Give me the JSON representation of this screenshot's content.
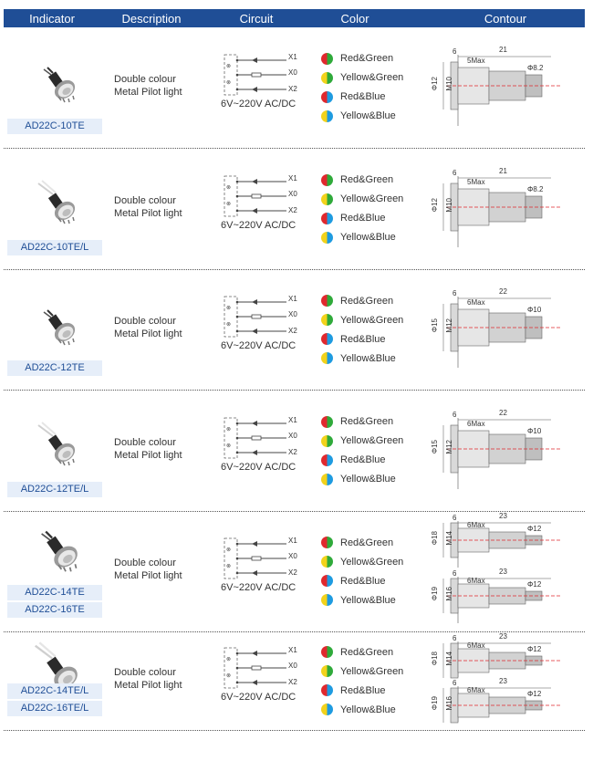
{
  "header": {
    "indicator": "Indicator",
    "description": "Description",
    "circuit": "Circuit",
    "color": "Color",
    "contour": "Contour"
  },
  "palette": {
    "header_bg": "#1f4e96",
    "label_bg": "#e6eef9",
    "red": "#e0282e",
    "green": "#2faa3a",
    "yellow": "#f2d21b",
    "blue": "#1e9be0"
  },
  "rows": [
    {
      "parts": [
        "AD22C-10TE"
      ],
      "desc": [
        "Double colour",
        "Metal Pilot light"
      ],
      "voltage": "6V~220V AC/DC",
      "terminals": [
        "X1",
        "X0",
        "X2"
      ],
      "colors": [
        "Red&Green",
        "Yellow&Green",
        "Red&Blue",
        "Yellow&Blue"
      ],
      "dims": {
        "a": "6",
        "b": "21",
        "c": "5Max",
        "d": "Φ8.2",
        "e": "Φ12",
        "f": "M10"
      }
    },
    {
      "parts": [
        "AD22C-10TE/L"
      ],
      "desc": [
        "Double colour",
        "Metal Pilot light"
      ],
      "voltage": "6V~220V AC/DC",
      "terminals": [
        "X1",
        "X0",
        "X2"
      ],
      "colors": [
        "Red&Green",
        "Yellow&Green",
        "Red&Blue",
        "Yellow&Blue"
      ],
      "dims": {
        "a": "6",
        "b": "21",
        "c": "5Max",
        "d": "Φ8.2",
        "e": "Φ12",
        "f": "M10"
      }
    },
    {
      "parts": [
        "AD22C-12TE"
      ],
      "desc": [
        "Double colour",
        "Metal Pilot light"
      ],
      "voltage": "6V~220V AC/DC",
      "terminals": [
        "X1",
        "X0",
        "X2"
      ],
      "colors": [
        "Red&Green",
        "Yellow&Green",
        "Red&Blue",
        "Yellow&Blue"
      ],
      "dims": {
        "a": "6",
        "b": "22",
        "c": "6Max",
        "d": "Φ10",
        "e": "Φ15",
        "f": "M12"
      }
    },
    {
      "parts": [
        "AD22C-12TE/L"
      ],
      "desc": [
        "Double colour",
        "Metal Pilot light"
      ],
      "voltage": "6V~220V AC/DC",
      "terminals": [
        "X1",
        "X0",
        "X2"
      ],
      "colors": [
        "Red&Green",
        "Yellow&Green",
        "Red&Blue",
        "Yellow&Blue"
      ],
      "dims": {
        "a": "6",
        "b": "22",
        "c": "6Max",
        "d": "Φ10",
        "e": "Φ15",
        "f": "M12"
      }
    },
    {
      "parts": [
        "AD22C-14TE",
        "AD22C-16TE"
      ],
      "desc": [
        "Double colour",
        "Metal Pilot light"
      ],
      "voltage": "6V~220V AC/DC",
      "terminals": [
        "X1",
        "X0",
        "X2"
      ],
      "colors": [
        "Red&Green",
        "Yellow&Green",
        "Red&Blue",
        "Yellow&Blue"
      ],
      "dims": {
        "a": "6",
        "b": "23",
        "c": "6Max",
        "d": "Φ12",
        "e": "Φ18",
        "f": "M14"
      },
      "dims2": {
        "a": "6",
        "b": "23",
        "c": "6Max",
        "d": "Φ12",
        "e": "Φ19",
        "f": "M16"
      }
    },
    {
      "parts": [
        "AD22C-14TE/L",
        "AD22C-16TE/L"
      ],
      "desc": [
        "Double colour",
        "Metal Pilot light"
      ],
      "voltage": "6V~220V AC/DC",
      "terminals": [
        "X1",
        "X0",
        "X2"
      ],
      "colors": [
        "Red&Green",
        "Yellow&Green",
        "Red&Blue",
        "Yellow&Blue"
      ],
      "dims": {
        "a": "6",
        "b": "23",
        "c": "6Max",
        "d": "Φ12",
        "e": "Φ18",
        "f": "M14"
      },
      "dims2": {
        "a": "6",
        "b": "23",
        "c": "6Max",
        "d": "Φ12",
        "e": "Φ19",
        "f": "M16"
      }
    }
  ]
}
